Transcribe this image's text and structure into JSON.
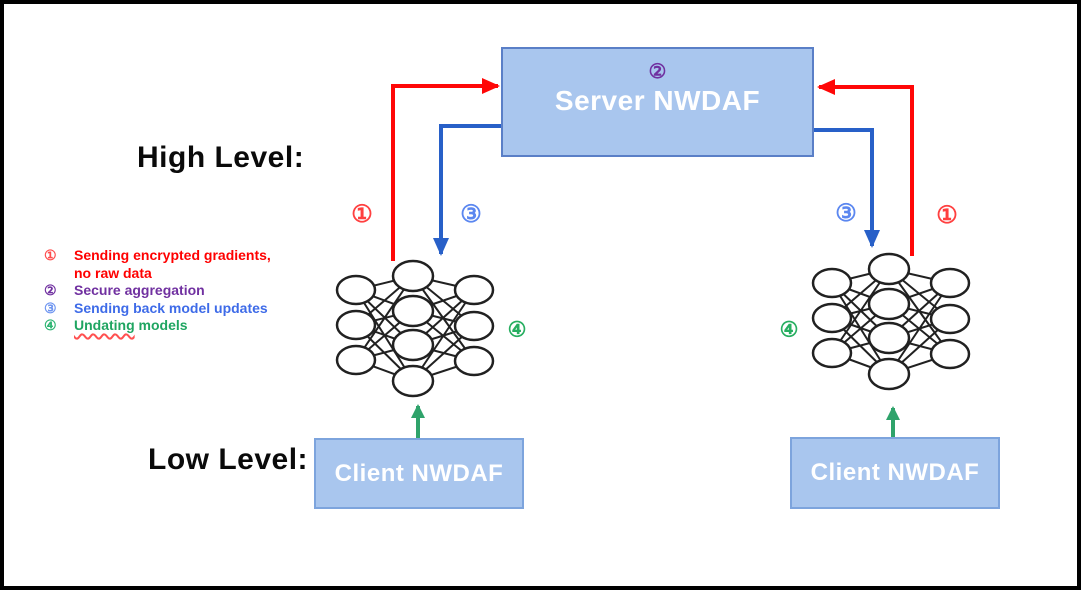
{
  "labels": {
    "high_level": "High Level:",
    "low_level": "Low Level:"
  },
  "server_box": {
    "badge": "②",
    "label": "Server NWDAF"
  },
  "client_box_left": {
    "label": "Client NWDAF"
  },
  "client_box_right": {
    "label": "Client NWDAF"
  },
  "flow_markers": {
    "left_step1": "①",
    "left_step3": "③",
    "left_step4": "④",
    "right_step1": "①",
    "right_step3": "③",
    "right_step4": "④"
  },
  "legend": {
    "item1": {
      "num": "①",
      "line1": "Sending encrypted gradients,",
      "line2": "no raw data",
      "color": "#FF0000"
    },
    "item2": {
      "num": "②",
      "text": "Secure aggregation",
      "color": "#7030A0"
    },
    "item3": {
      "num": "③",
      "text": "Sending back model updates",
      "color": "#3E6BE8"
    },
    "item4": {
      "num": "④",
      "underlined_word": "Undating",
      "rest": " models",
      "color": "#1FA561"
    }
  },
  "colors": {
    "arrow_red": "#FF0707",
    "arrow_blue": "#2860C8",
    "arrow_green": "#2FA36B",
    "box_fill": "#A9C6EE",
    "server_border": "#5A7FC7",
    "client_border": "#7DA4DD",
    "badge_purple": "#7030A0",
    "outer_border": "#000000"
  }
}
